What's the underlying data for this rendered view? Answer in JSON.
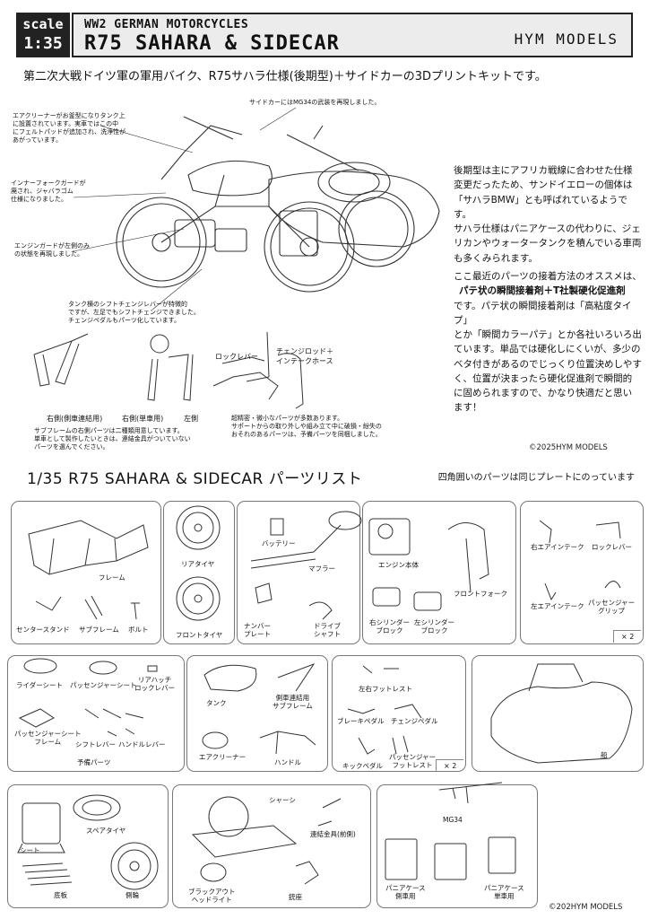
{
  "header": {
    "scale_label": "scale",
    "scale_value": "1:35",
    "subtitle": "WW2 GERMAN MOTORCYCLES",
    "title": "R75 SAHARA & SIDECAR",
    "brand": "HYM MODELS"
  },
  "intro": "第二次大戦ドイツ軍の軍用バイク、R75サハラ仕様(後期型)＋サイドカーの3Dプリントキットです。",
  "annotations": {
    "sidecar_mg34": "サイドカーにはMG34の武装を再現しました。",
    "aircleaner": [
      "エアクリーナーがお釜型になりタンク上",
      "に設置されています。実車ではこの中",
      "にフェルトパッドが追加され、洗浄性が",
      "あがっています。"
    ],
    "fork_guard": [
      "インナーフォークガードが",
      "廃され、ジャバラゴム",
      "仕様になりました。"
    ],
    "engine_guard": [
      "エンジンガードが左側のみ",
      "の状態を再現しました。"
    ],
    "shift_lever": [
      "タンク横のシフトチェンジレバーが特徴的",
      "ですが、左足でもシフトチェンジできました。",
      "チェンジペダルもパーツ化しています。"
    ],
    "subframe": [
      "サブフレームの右側パーツは二種類用意しています。",
      "単車として製作したいときは、連結金具がついていない",
      "パーツを選んでください。"
    ],
    "small_parts": [
      "超精密・微小なパーツが多数あります。",
      "サポートからの取り外しや組み立て中に破損・紛失の",
      "おそれのあるパーツは、予備パーツを同梱しました。"
    ]
  },
  "detail_labels": {
    "right_sidecar": "右側(側車連結用)",
    "right_solo": "右側(単車用)",
    "left": "左側",
    "lock_lever": "ロックレバー",
    "change_rod": [
      "チェンジロッド＋",
      "インテークホース"
    ]
  },
  "right_text": {
    "p1": [
      "後期型は主にアフリカ戦線に合わせた仕様",
      "変更だったため、サンドイエローの個体は",
      "「サハラBMW」とも呼ばれているようです。",
      "サハラ仕様はパニアケースの代わりに、ジェ",
      "リカンやウォータータンクを積んでいる車両",
      "も多くみられます。"
    ],
    "p2_intro": "ここ最近のパーツの接着方法のオススメは、",
    "p2_bold": "パテ状の瞬間接着剤＋T社製硬化促進剤",
    "p2_rest": [
      "です。パテ状の瞬間接着剤は「高粘度タイプ」",
      "とか「瞬間カラーパテ」とか各社いろいろ出",
      "ています。単品では硬化しにくいが、多少の",
      "ベタ付きがあるのでじっくり位置決めしやす",
      "く、位置が決まったら硬化促進剤で瞬間的",
      "に固められますので、かなり快適だと思い",
      "ます！"
    ]
  },
  "copyright_top": "©2025HYM MODELS",
  "parts_list": {
    "title": "1/35  R75  SAHARA  &  SIDECAR  パーツリスト",
    "note": "四角囲いのパーツは同じプレートにのっています",
    "panels": [
      {
        "labels": [
          "フレーム",
          "センタースタンド",
          "サブフレーム",
          "ボルト"
        ]
      },
      {
        "labels": [
          "リアタイヤ",
          "フロントタイヤ"
        ]
      },
      {
        "labels": [
          "バッテリー",
          "マフラー",
          "ナンバー\nプレート",
          "ドライブ\nシャフト"
        ]
      },
      {
        "labels": [
          "エンジン本体",
          "フロントフォーク",
          "右シリンダー\nブロック",
          "左シリンダー\nブロック"
        ]
      },
      {
        "labels": [
          "右エアインテーク",
          "ロックレバー",
          "左エアインテーク",
          "パッセンジャー\nグリップ"
        ],
        "multiplier": "× 2"
      },
      {
        "labels": [
          "ライダーシート",
          "パッセンジャーシート",
          "リアハッチ\nロックレバー",
          "パッセンジャーシート\nフレーム",
          "シフトレバー",
          "ハンドルレバー",
          "予備パーツ"
        ]
      },
      {
        "labels": [
          "タンク",
          "側車連結用\nサブフレーム",
          "エアクリーナー",
          "ハンドル"
        ]
      },
      {
        "labels": [
          "左右フットレスト",
          "ブレーキペダル",
          "チェンジペダル",
          "キックペダル",
          "パッセンジャー\nフットレスト"
        ],
        "multiplier": "× 2"
      },
      {
        "labels": [
          "船"
        ]
      },
      {
        "labels": [
          "スペアタイヤ",
          "シート",
          "底板",
          "側輪"
        ]
      },
      {
        "labels": [
          "シャーシ",
          "連結金具(前側)",
          "ブラックアウト\nヘッドライト",
          "銃座"
        ]
      },
      {
        "labels": [
          "MG34",
          "パニアケース\n側車用",
          "パニアケース\n単車用"
        ]
      }
    ]
  },
  "copyright_bottom": "©202HYM MODELS"
}
